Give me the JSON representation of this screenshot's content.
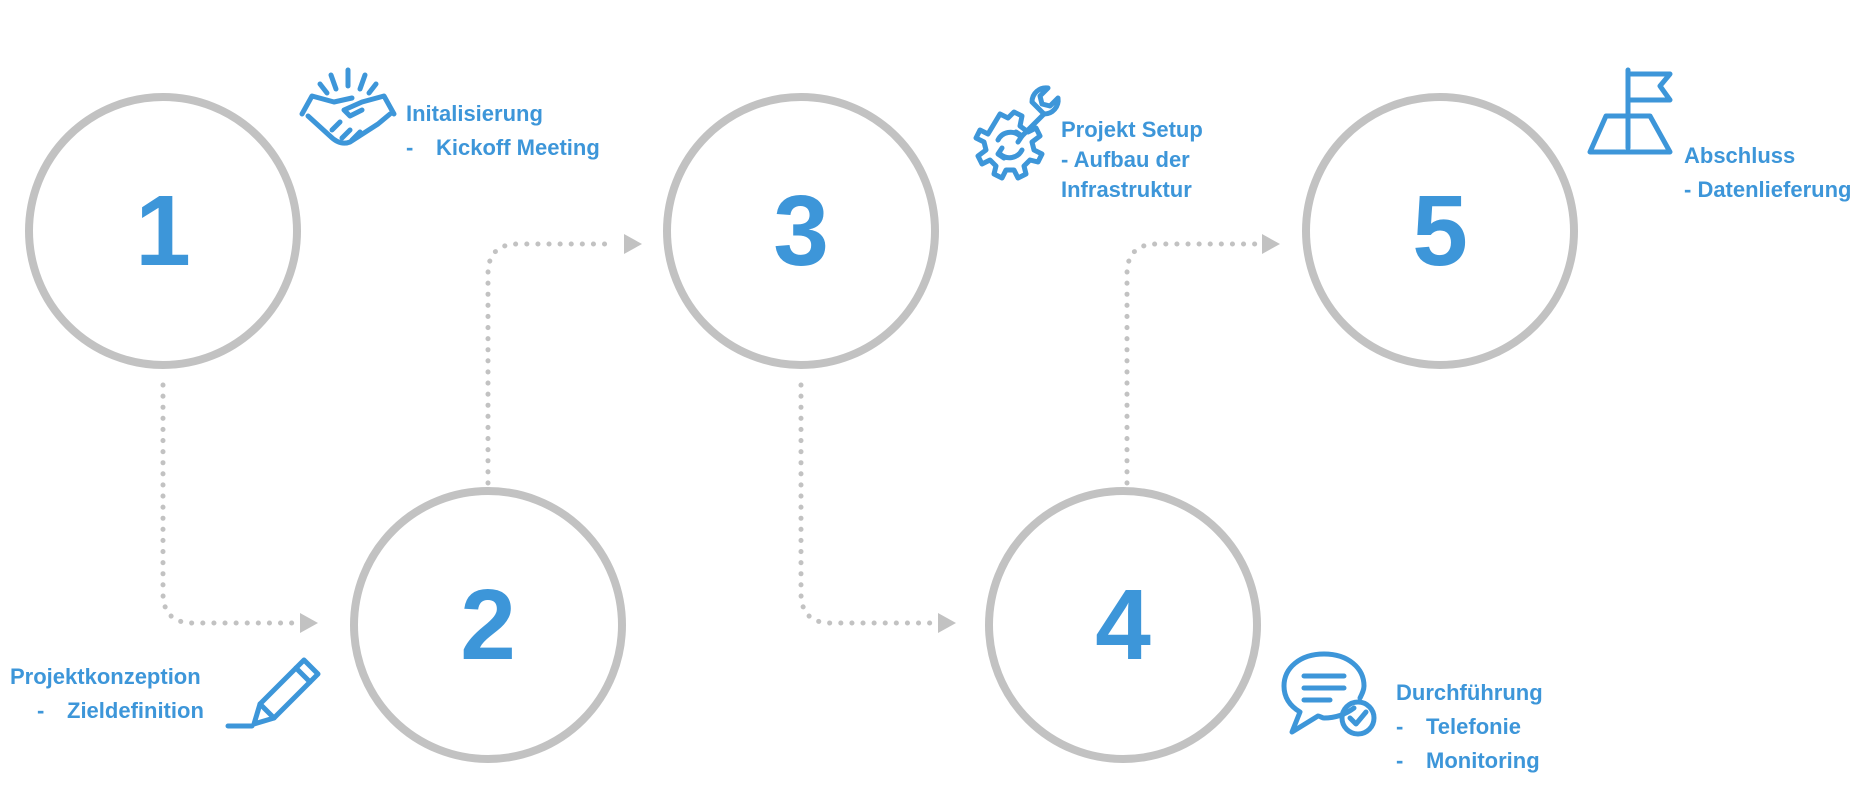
{
  "accent_color": "#3d96d9",
  "circle_color": "#c2c2c2",
  "connector_color": "#c2c2c2",
  "steps": [
    {
      "number": "1",
      "title": "Initalisierung",
      "items": [
        "Kickoff Meeting"
      ],
      "icon": "handshake-icon"
    },
    {
      "number": "2",
      "title": "Projektkonzeption",
      "items": [
        "Zieldefinition"
      ],
      "icon": "pencil-icon"
    },
    {
      "number": "3",
      "title": "Projekt Setup",
      "lines": [
        "- Aufbau der",
        "Infrastruktur"
      ],
      "icon": "gear-wrench-icon"
    },
    {
      "number": "4",
      "title": "Durchführung",
      "items": [
        "Telefonie",
        "Monitoring"
      ],
      "icon": "chat-check-icon"
    },
    {
      "number": "5",
      "title": "Abschluss",
      "lines": [
        "- Datenlieferung"
      ],
      "icon": "flag-icon"
    }
  ]
}
